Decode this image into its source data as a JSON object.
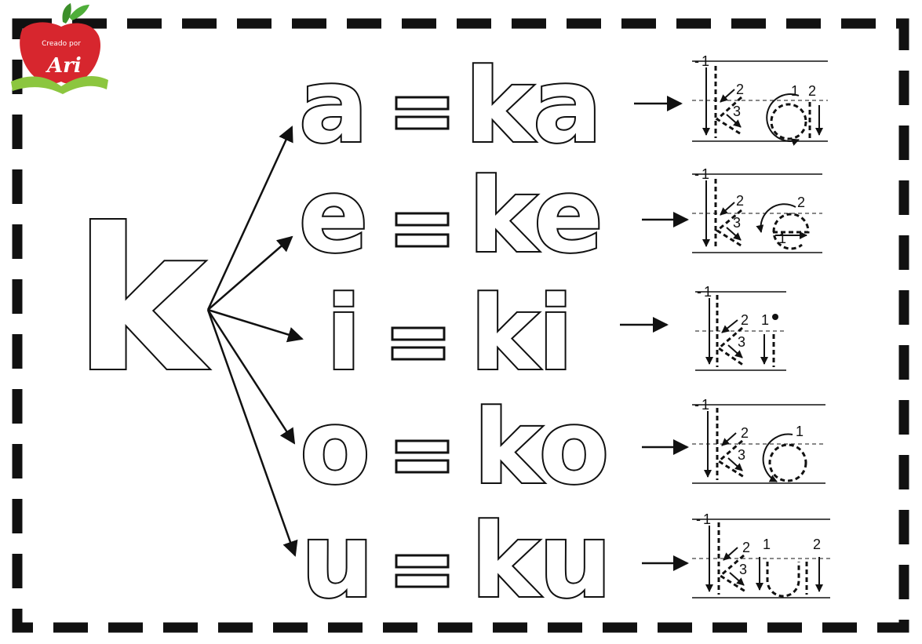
{
  "logo": {
    "tagline": "Creado por",
    "name": "Ari",
    "colors": {
      "apple": "#d7262e",
      "leaf": "#4fae3a",
      "book": "#8cc63f"
    }
  },
  "main_letter": "k",
  "rows": [
    {
      "vowel": "a",
      "syllable": "ka",
      "nums": {
        "k1": "1",
        "k2": "2",
        "k3": "3",
        "v1": "1",
        "v2": "2"
      }
    },
    {
      "vowel": "e",
      "syllable": "ke",
      "nums": {
        "k1": "1",
        "k2": "2",
        "k3": "3",
        "v1": "1",
        "v2": "2"
      }
    },
    {
      "vowel": "i",
      "syllable": "ki",
      "nums": {
        "k1": "1",
        "k2": "2",
        "k3": "3",
        "v1": "1"
      }
    },
    {
      "vowel": "o",
      "syllable": "ko",
      "nums": {
        "k1": "1",
        "k2": "2",
        "k3": "3",
        "v1": "1"
      }
    },
    {
      "vowel": "u",
      "syllable": "ku",
      "nums": {
        "k1": "1",
        "k2": "2",
        "k3": "3",
        "v1": "1",
        "v2": "2"
      }
    }
  ]
}
